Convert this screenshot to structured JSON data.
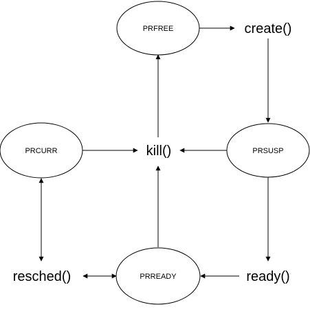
{
  "states": {
    "prfree": "PRFREE",
    "prcurr": "PRCURR",
    "prsusp": "PRSUSP",
    "prready": "PRREADY"
  },
  "functions": {
    "create": "create()",
    "kill": "kill()",
    "resched": "resched()",
    "ready": "ready()"
  },
  "colors": {
    "stroke": "#000000",
    "fill": "#ffffff"
  }
}
